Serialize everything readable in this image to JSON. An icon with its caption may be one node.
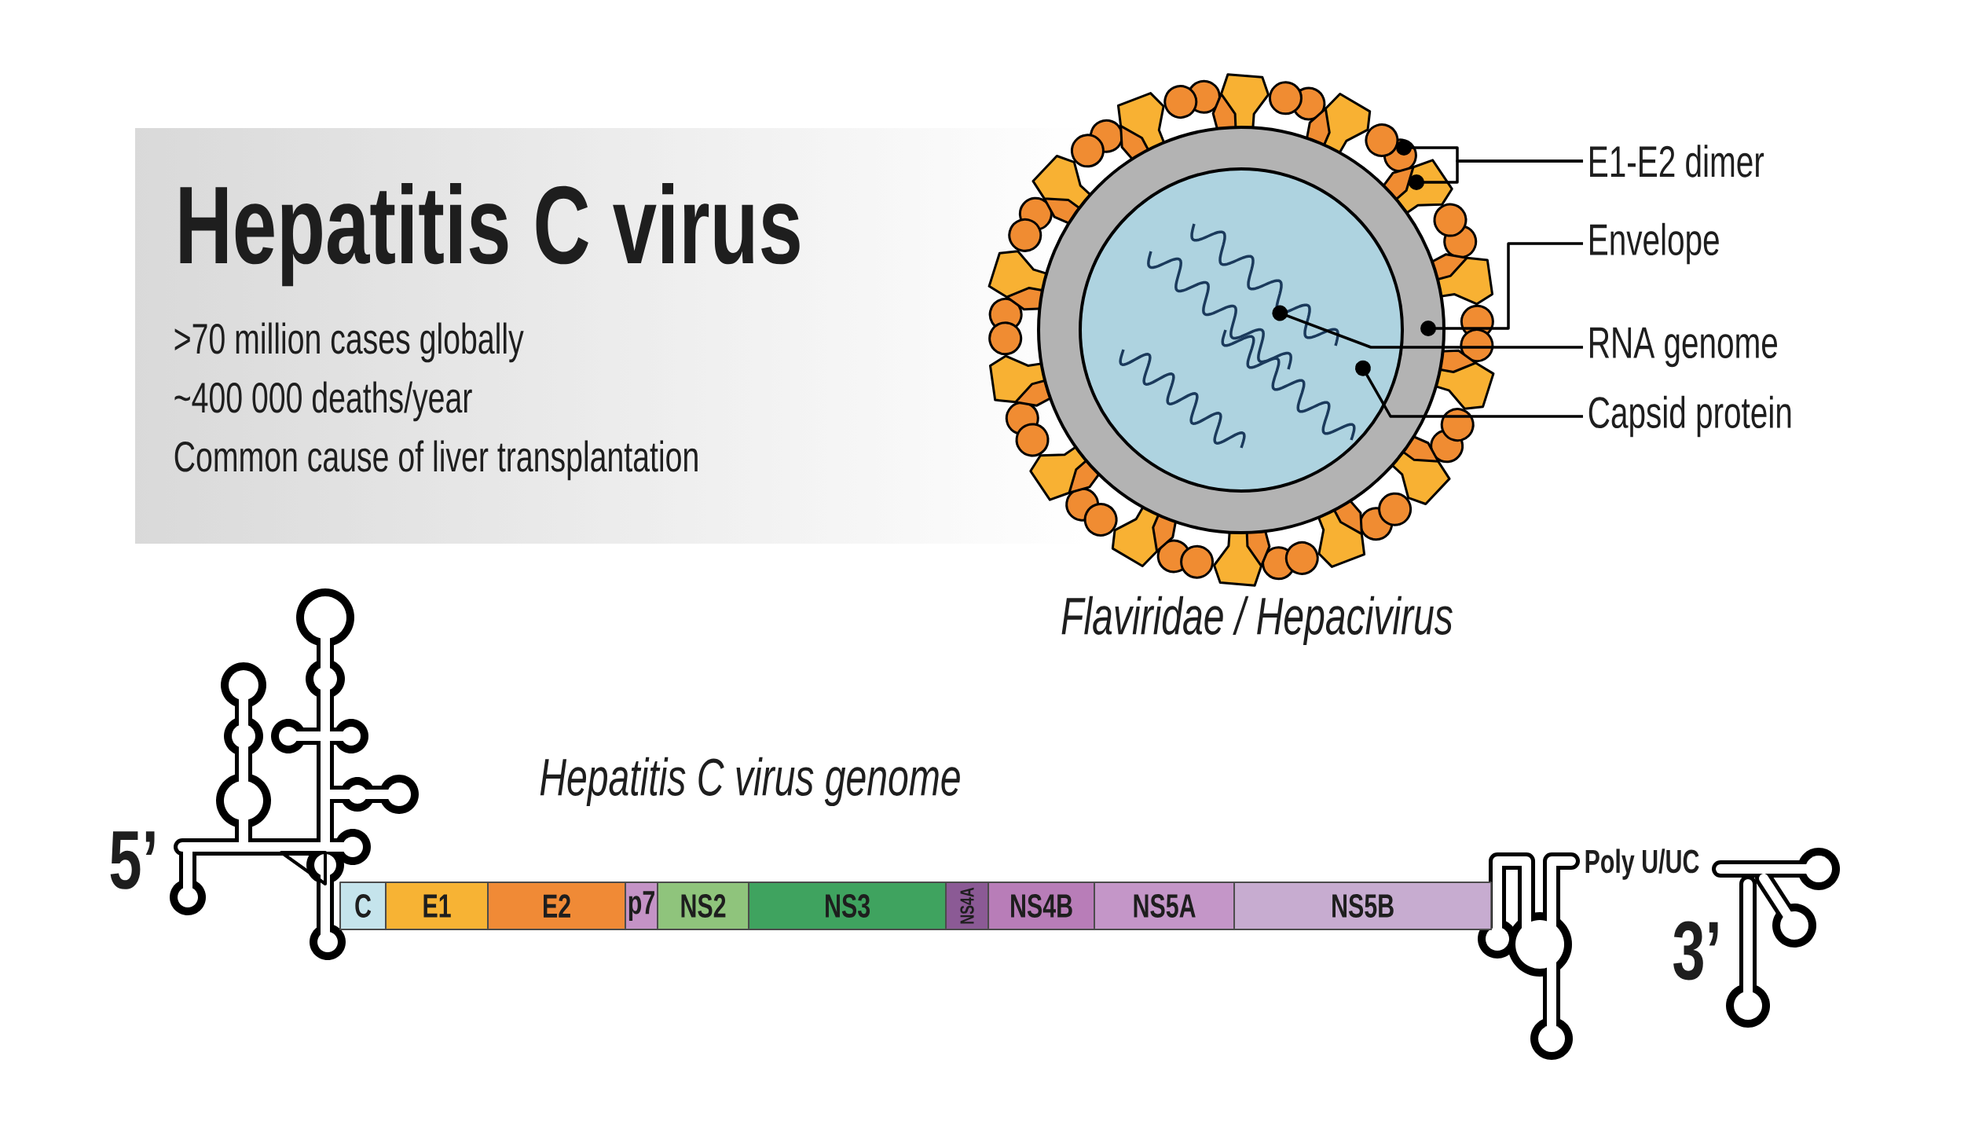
{
  "diagram": {
    "nodes": [
      {
        "text": [
          "Hepatitis C virus",
          ">70 million cases globally",
          "~400 000 deaths/year",
          "Common cause of liver transplantation"
        ]
      },
      {
        "text": [
          "E1-E2 dimer"
        ]
      },
      {
        "text": [
          "Envelope"
        ]
      },
      {
        "text": [
          "RNA genome"
        ]
      },
      {
        "text": [
          "Capsid protein"
        ]
      },
      {
        "text": [
          "C"
        ]
      },
      {
        "text": [
          "E1"
        ]
      },
      {
        "text": [
          "E2"
        ]
      },
      {
        "text": [
          "p7"
        ]
      },
      {
        "text": [
          "NS2"
        ]
      },
      {
        "text": [
          "NS3"
        ]
      },
      {
        "text": [
          "NS4A"
        ]
      },
      {
        "text": [
          "NS4B"
        ]
      },
      {
        "text": [
          "NS5A"
        ]
      },
      {
        "text": [
          "NS5B"
        ]
      }
    ],
    "edges": [
      {
        "from": 1,
        "to": null,
        "arrow": "other"
      },
      {
        "from": 1,
        "to": null,
        "arrow": "other"
      },
      {
        "from": 2,
        "to": null,
        "arrow": "other"
      },
      {
        "from": 3,
        "to": null,
        "arrow": "other"
      },
      {
        "from": 4,
        "to": null,
        "arrow": "other"
      }
    ],
    "labels": [
      "Flaviridae / Hepacivirus",
      "Hepatitis C virus genome",
      "5’",
      "Poly U/UC",
      "3’"
    ]
  }
}
